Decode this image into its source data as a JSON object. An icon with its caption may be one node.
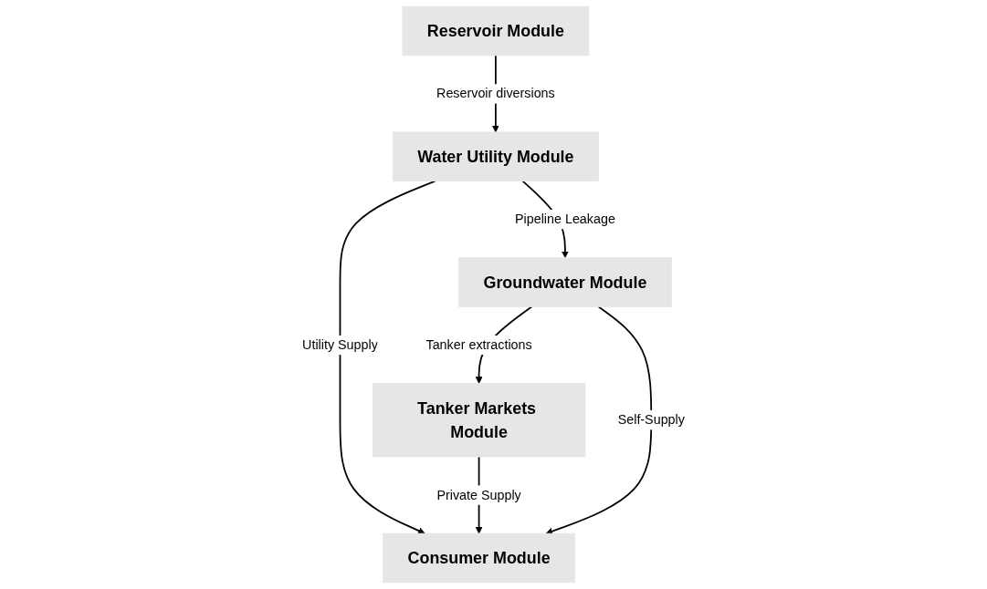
{
  "diagram": {
    "nodes": [
      {
        "text": [
          "Reservoir Module"
        ]
      },
      {
        "text": [
          "Groundwater Module"
        ]
      },
      {
        "text": [
          "Water Utility Module"
        ]
      },
      {
        "text": [
          "Tanker Markets Module"
        ]
      },
      {
        "text": [
          "Consumer Module"
        ]
      }
    ],
    "edges": [
      {
        "from": 0,
        "to": 2,
        "arrow": "to",
        "label": "Reservoir diversions"
      },
      {
        "from": 2,
        "to": 1,
        "arrow": "to",
        "label": "Pipeline Leakage"
      },
      {
        "from": 1,
        "to": 3,
        "arrow": "to",
        "label": "Tanker extractions"
      },
      {
        "from": 2,
        "to": 4,
        "arrow": "to",
        "label": "Utility Supply"
      },
      {
        "from": 3,
        "to": 4,
        "arrow": "to",
        "label": "Private Supply"
      },
      {
        "from": 1,
        "to": 4,
        "arrow": "to",
        "label": "Self-Supply"
      }
    ]
  }
}
